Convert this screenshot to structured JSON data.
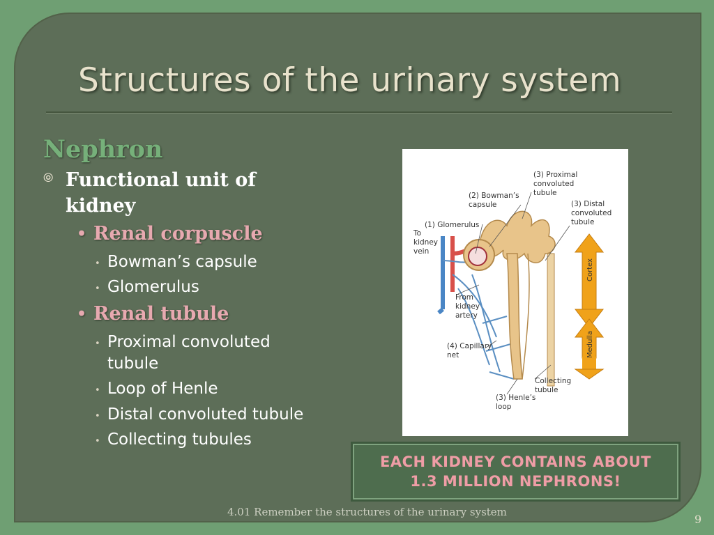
{
  "slide": {
    "title": "Structures of the urinary system",
    "heading": "Nephron",
    "bullet_mark": "⦾",
    "main_bullet": "Functional unit of kidney",
    "sections": [
      {
        "label": "Renal corpuscle",
        "items": [
          "Bowman’s capsule",
          "Glomerulus"
        ]
      },
      {
        "label": "Renal tubule",
        "items": [
          "Proximal convoluted tubule",
          "Loop of Henle",
          "Distal convoluted tubule",
          "Collecting tubules"
        ]
      }
    ],
    "callout_lines": [
      "Each kidney contains about",
      "1.3 million nephrons!"
    ],
    "footer": "4.01 Remember the structures of the urinary system",
    "page_number": "9"
  },
  "diagram": {
    "labels": {
      "proximal": [
        "(3) Proximal",
        "convoluted",
        "tubule"
      ],
      "bowman": [
        "(2) Bowman’s",
        "capsule"
      ],
      "distal": [
        "(3) Distal",
        "convoluted",
        "tubule"
      ],
      "glomerulus": "(1) Glomerulus",
      "vein": [
        "To",
        "kidney",
        "vein"
      ],
      "artery": [
        "From",
        "kidney",
        "artery"
      ],
      "capillary": [
        "(4) Capillary",
        "net"
      ],
      "collecting": [
        "Collecting",
        "tubule"
      ],
      "henle": [
        "(3) Henle’s",
        "loop"
      ],
      "cortex": "Cortex",
      "medulla": "Medulla"
    },
    "colors": {
      "tubule": "#e8c48a",
      "vein": "#4a86c5",
      "artery": "#d8504a",
      "arrow": "#f0a21a"
    }
  }
}
